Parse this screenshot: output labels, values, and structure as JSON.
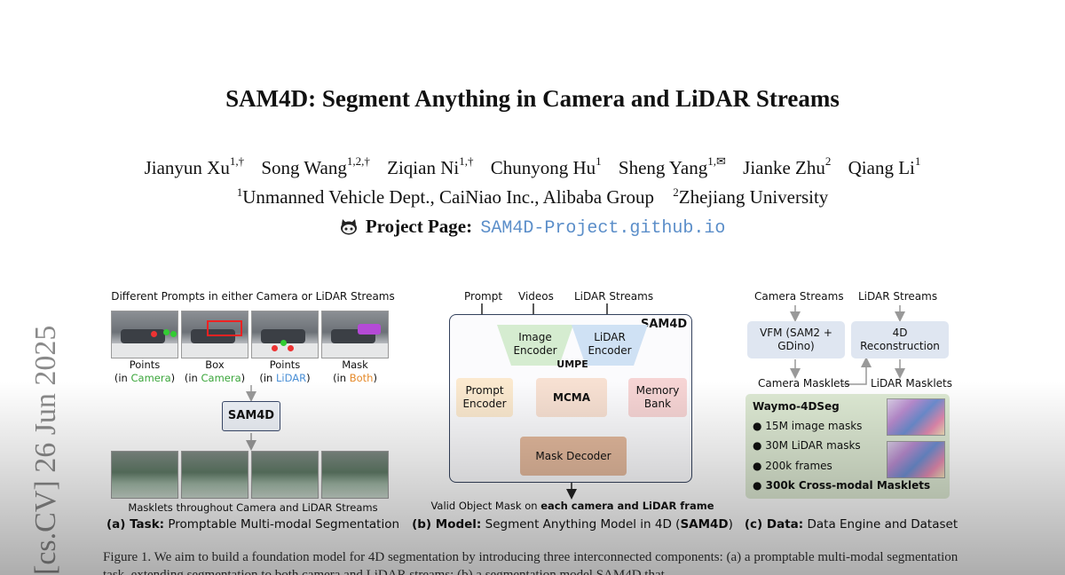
{
  "arxiv": {
    "stamp": "[cs.CV]  26 Jun 2025"
  },
  "paper": {
    "title": "SAM4D: Segment Anything in Camera and LiDAR Streams",
    "authors": [
      {
        "name": "Jianyun Xu",
        "sup": "1,†"
      },
      {
        "name": "Song Wang",
        "sup": "1,2,†"
      },
      {
        "name": "Ziqian Ni",
        "sup": "1,†"
      },
      {
        "name": "Chunyong Hu",
        "sup": "1"
      },
      {
        "name": "Sheng Yang",
        "sup": "1,✉"
      },
      {
        "name": "Jianke Zhu",
        "sup": "2"
      },
      {
        "name": "Qiang Li",
        "sup": "1"
      }
    ],
    "affiliations": [
      {
        "sup": "1",
        "name": "Unmanned Vehicle Dept., CaiNiao Inc., Alibaba Group"
      },
      {
        "sup": "2",
        "name": "Zhejiang University"
      }
    ],
    "project_label": "Project Page:",
    "project_link": "SAM4D-Project.github.io",
    "github_icon": "github-icon"
  },
  "figure": {
    "panel_a": {
      "title": "Different Prompts in either Camera or LiDAR Streams",
      "prompts": [
        {
          "line1": "Points",
          "pre": "(in ",
          "mod": "Camera",
          "post": ")"
        },
        {
          "line1": "Box",
          "pre": "(in ",
          "mod": "Camera",
          "post": ")"
        },
        {
          "line1": "Points",
          "pre": "(in ",
          "mod": "LiDAR",
          "post": ")"
        },
        {
          "line1": "Mask",
          "pre": "(in ",
          "mod": "Both",
          "post": ")"
        }
      ],
      "model": "SAM4D",
      "output_caption": "Masklets throughout Camera and LiDAR Streams",
      "sub_label": "(a) Task:",
      "sub_text": "Promptable Multi-modal Segmentation"
    },
    "panel_b": {
      "inputs": [
        "Prompt",
        "Videos",
        "LiDAR Streams"
      ],
      "container": "SAM4D",
      "image_encoder": "Image Encoder",
      "lidar_encoder": "LiDAR Encoder",
      "umpe": "UMPE",
      "prompt_encoder": "Prompt Encoder",
      "mcma": "MCMA",
      "memory_bank": "Memory Bank",
      "mask_decoder": "Mask Decoder",
      "output_pre": "Valid Object Mask on ",
      "output_bold": "each camera and LiDAR frame",
      "sub_label": "(b) Model:",
      "sub_text": "Segment Anything Model in 4D (",
      "sub_bold": "SAM4D",
      "sub_end": ")"
    },
    "panel_c": {
      "inputs": [
        "Camera Streams",
        "LiDAR Streams"
      ],
      "vfm": "VFM (SAM2 + GDino)",
      "recon": "4D Reconstruction",
      "camera_masklets": "Camera Masklets",
      "lidar_masklets": "LiDAR Masklets",
      "dataset": "Waymo-4DSeg",
      "stats": [
        "15M image masks",
        "30M LiDAR masks",
        "200k frames",
        "300k Cross-modal Masklets"
      ],
      "sub_label": "(c) Data:",
      "sub_text": "Data Engine and Dataset"
    },
    "caption": "Figure 1.  We aim to build a foundation model for 4D segmentation by introducing three interconnected components: (a) a promptable multi-modal segmentation task, extending segmentation to both camera and LiDAR streams; (b) a segmentation model SAM4D that"
  }
}
